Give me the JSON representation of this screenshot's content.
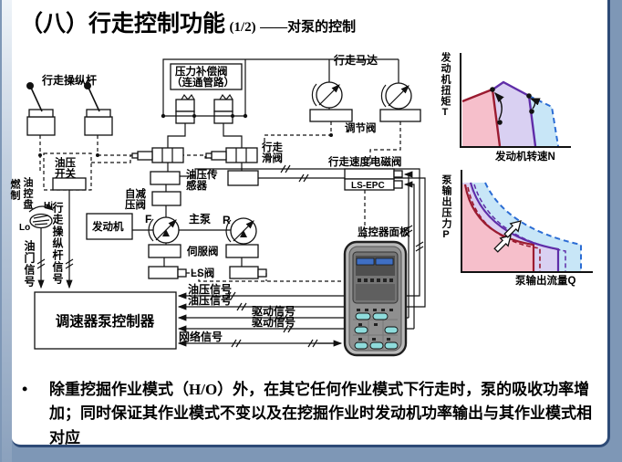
{
  "colors": {
    "slide_bg": "#ffffff",
    "frame_outer": "#7e97b6",
    "frame_edge": "#2d4a76",
    "chart_pink": "#f6bfcb",
    "chart_lavender": "#d9d0f2",
    "chart_blue": "#c8e6f7",
    "line_red": "#9b1b30",
    "line_purple": "#5f2da8",
    "line_blue": "#2b6cd4",
    "monitor_button": "#8fdcdc",
    "monitor_screen_bar": "#3f6fc4"
  },
  "frame": {
    "title_main": "（八）行走控制功能",
    "title_pages": "(1/2)",
    "title_suffix": "——对泵的控制"
  },
  "bullet": {
    "marker": "•",
    "text": "除重挖掘作业模式（H/O）外，在其它任何作业模式下行走时，泵的吸收功率增加；同时保证其作业模式不变以及在挖掘作业时发动机功率输出与其作业模式相对应"
  },
  "diagram": {
    "labels": {
      "travel_lever": "行走操纵杆",
      "comp_valve_line1": "压力补偿阀",
      "comp_valve_line2": "（连通管路）",
      "travel_motor": "行走马达",
      "regulator_valve": "调节阀",
      "pressure_switch_l1": "油压",
      "pressure_switch_l2": "开关",
      "travel_spool_l1": "行走",
      "travel_spool_l2": "滑阀",
      "oil_sensor_l1": "油压传",
      "oil_sensor_l2": "感器",
      "self_reduce_l1": "自减",
      "self_reduce_l2": "压阀",
      "engine": "发动机",
      "pump_f": "F",
      "pump_r": "R",
      "main_pump": "主泵",
      "servo_valve": "伺服阀",
      "ls_valve": "LS阀",
      "travel_speed_solenoid": "行走速度电磁阀",
      "ls_epc": "LS-EPC",
      "monitor_panel": "监控器面板",
      "controller": "调速器泵控制器",
      "fuel_dial_left": "燃制",
      "fuel_dial_right": "油控盘",
      "hi": "Hi",
      "lo": "Lo",
      "throttle_signal": "油门信号",
      "lever_signal": "行走操纵杆信号",
      "oil_sig_1": "油压信号",
      "oil_sig_2": "油压信号",
      "drive_sig_1": "驱动信号",
      "drive_sig_2": "驱动信号",
      "network_sig": "网络信号"
    }
  },
  "chart_data": [
    {
      "type": "area",
      "title": "",
      "xlabel": "发动机转速N",
      "ylabel": "发动机扭矩T",
      "axis_numeric": false,
      "grid": false,
      "regions": [
        {
          "name": "red-solid-torque-envelope",
          "stroke": "#9b1b30",
          "fill": "#f6bfcb",
          "dashed": false,
          "points_norm": [
            [
              0.02,
              0.0
            ],
            [
              0.02,
              0.49
            ],
            [
              0.3,
              0.62
            ],
            [
              0.37,
              0.0
            ]
          ]
        },
        {
          "name": "purple-solid-torque-envelope",
          "stroke": "#5f2da8",
          "fill": "#d9d0f2",
          "dashed": false,
          "points_norm": [
            [
              0.3,
              0.62
            ],
            [
              0.4,
              0.7
            ],
            [
              0.64,
              0.55
            ],
            [
              0.7,
              0.0
            ]
          ]
        },
        {
          "name": "blue-dashed-torque-envelope",
          "stroke": "#2b6cd4",
          "fill": "#c8e6f7",
          "dashed": true,
          "points_norm": [
            [
              0.64,
              0.55
            ],
            [
              0.85,
              0.43
            ],
            [
              0.91,
              0.0
            ]
          ]
        }
      ],
      "markers": [
        {
          "type": "dot-pair-with-curved-arrow",
          "from_norm": [
            0.37,
            0.26
          ],
          "to_norm": [
            0.3,
            0.62
          ]
        },
        {
          "type": "dot-pair-with-curved-arrow",
          "from_norm": [
            0.66,
            0.38
          ],
          "to_norm": [
            0.64,
            0.55
          ]
        }
      ]
    },
    {
      "type": "area",
      "title": "",
      "xlabel": "泵输出流量Q",
      "ylabel": "泵输出压力P",
      "axis_numeric": false,
      "grid": false,
      "curves": [
        {
          "name": "red-solid-PQ",
          "style": "solid",
          "color": "#9b1b30",
          "fill": "#f6bfcb"
        },
        {
          "name": "red-dashed-PQ",
          "style": "dashed",
          "color": "#9b1b30",
          "fill": null
        },
        {
          "name": "purple-solid-PQ",
          "style": "solid",
          "color": "#5f2da8",
          "fill": "#d9d0f2"
        },
        {
          "name": "purple-dashed-PQ",
          "style": "dashed",
          "color": "#5f2da8",
          "fill": null
        },
        {
          "name": "blue-dashed-PQ",
          "style": "dashed",
          "color": "#2b6cd4",
          "fill": "#c8e6f7"
        }
      ],
      "annotations": [
        {
          "type": "white-block-arrow",
          "direction": "up-right"
        },
        {
          "type": "white-block-arrow",
          "direction": "up-right"
        }
      ]
    }
  ]
}
